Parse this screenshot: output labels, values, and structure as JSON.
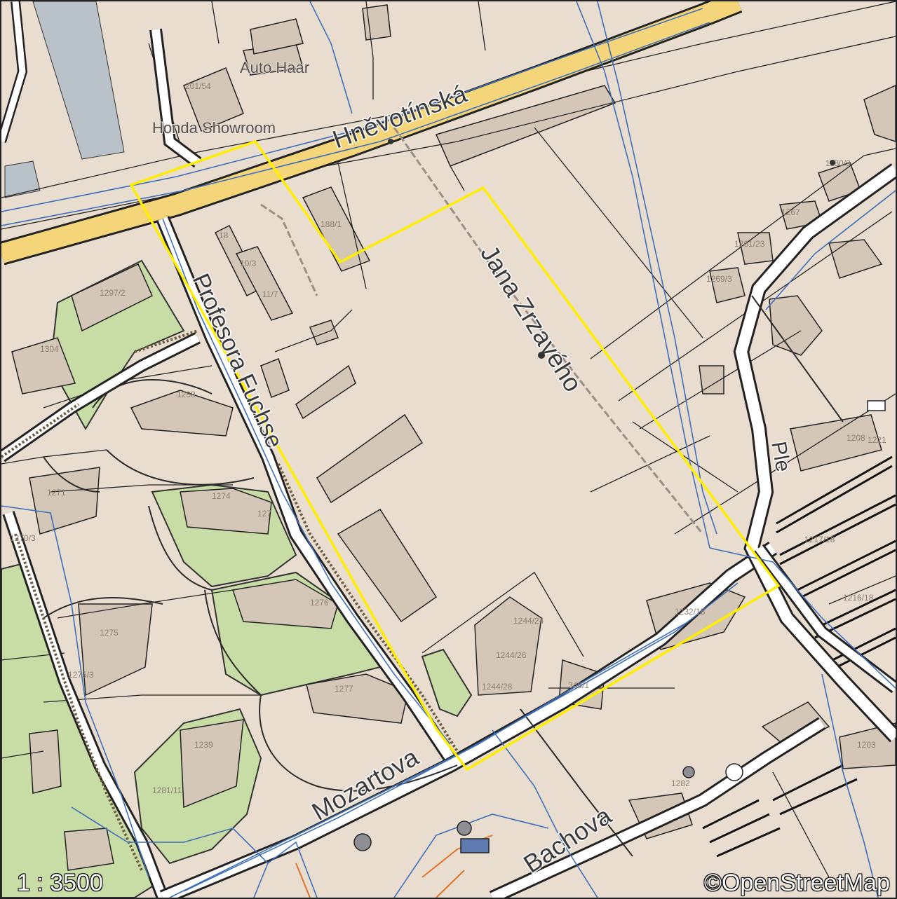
{
  "map": {
    "streets": {
      "hnevotinska": "Hněvotínská",
      "jana_zrzaveho": "Jana Zrzavého",
      "profesora_fuchse": "Profesora Fuchse",
      "mozartova": "Mozartova",
      "bachova": "Bachova",
      "street_east": "Ple"
    },
    "places": {
      "auto_haar": "Auto Haar",
      "honda_showroom": "Honda Showroom"
    },
    "house_numbers": {
      "n201_54": "201/54",
      "n188_1": "188/1",
      "n18": "18",
      "n10_3": "10/3",
      "n11_7": "11/7",
      "n1297_2": "1297/2",
      "n1304": "1304",
      "n1298": "1298",
      "n1271": "1271",
      "n1270_3": "1270/3",
      "n1274": "1274",
      "n127": "127",
      "n1275": "1275",
      "n1275_3": "1275/3",
      "n1276": "1276",
      "n1277": "1277",
      "n1239": "1239",
      "n1281_11": "1281/11",
      "n1244_24": "1244/24",
      "n1244_26": "1244/26",
      "n1244_28": "1244/28",
      "n348_1": "348/1",
      "n1232_15": "1232/15",
      "n1261_23": "1261/23",
      "n1267": "1267",
      "n1269_3": "1269/3",
      "n1180_9": "1180/9",
      "n1282": "1282",
      "n1208": "1208",
      "n1217_18": "1217/18",
      "n1216_18": "1216/18",
      "n1203": "1203",
      "n1221": "1221"
    },
    "scale": "1 : 3500",
    "copyright": "©OpenStreetMap",
    "colors": {
      "land": "#e9ddd0",
      "building": "#d5c7b8",
      "green": "#c8dca5",
      "main_road": "#f5d57a",
      "water_grey": "#b9c1c9",
      "selection": "#ffee00",
      "network_blue": "#3f6fb8"
    }
  }
}
